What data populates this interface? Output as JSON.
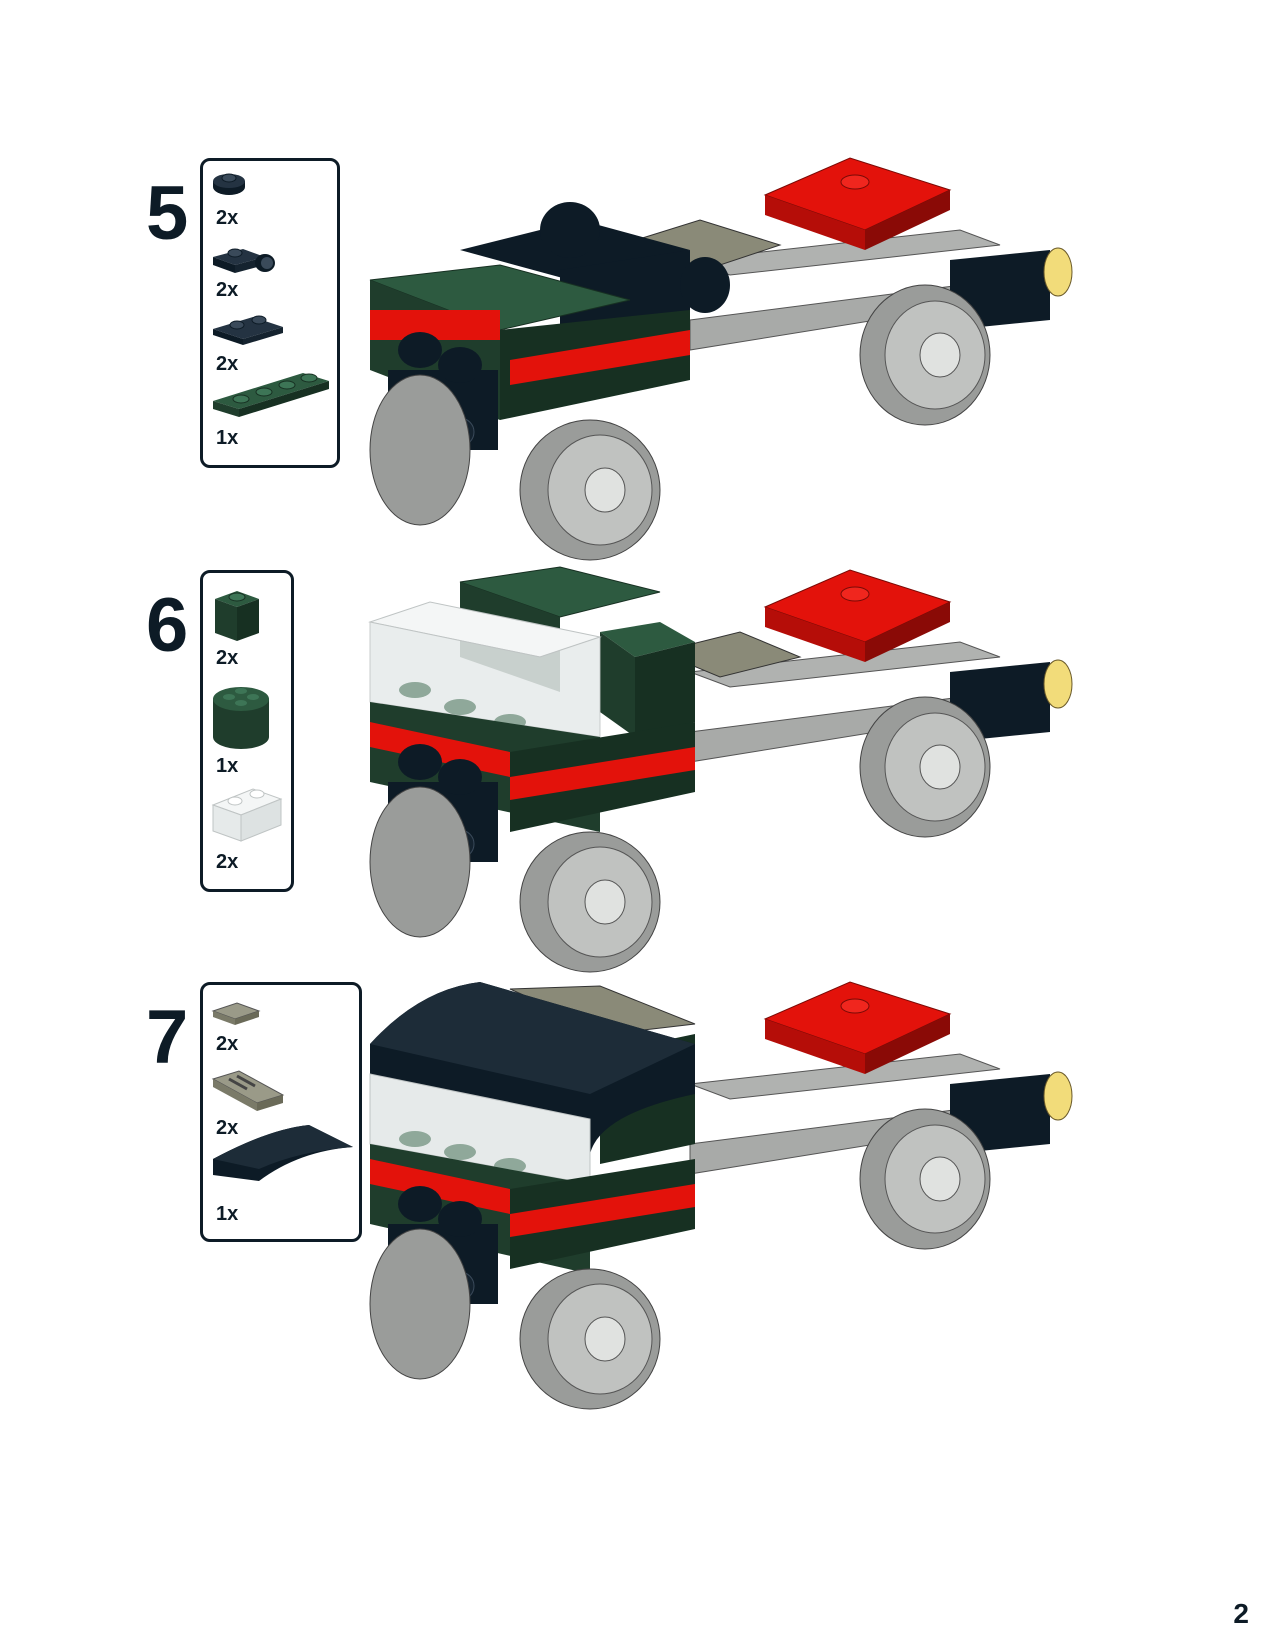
{
  "steps": [
    {
      "number": "5",
      "parts": [
        {
          "icon": "dark-blue-round-plate-icon",
          "qty": "2x"
        },
        {
          "icon": "dark-blue-plate-with-clip-icon",
          "qty": "2x"
        },
        {
          "icon": "dark-blue-plate-1x2-icon",
          "qty": "2x"
        },
        {
          "icon": "dark-green-plate-1x4-icon",
          "qty": "1x"
        }
      ]
    },
    {
      "number": "6",
      "parts": [
        {
          "icon": "dark-green-brick-1x1-icon",
          "qty": "2x"
        },
        {
          "icon": "dark-green-round-brick-2x2-icon",
          "qty": "1x"
        },
        {
          "icon": "trans-clear-brick-1x2-icon",
          "qty": "2x"
        }
      ]
    },
    {
      "number": "7",
      "parts": [
        {
          "icon": "dark-tan-tile-1x1-icon",
          "qty": "2x"
        },
        {
          "icon": "dark-tan-grille-slope-icon",
          "qty": "2x"
        },
        {
          "icon": "dark-blue-curved-slope-icon",
          "qty": "1x"
        }
      ]
    }
  ],
  "page_number": "2",
  "colors": {
    "dark_blue": "#0d1b26",
    "dark_green": "#1f3d2c",
    "red": "#e3120b",
    "light_gray": "#a8aaa8",
    "dark_tan": "#8a8a78",
    "trans_clear": "#eef0f0",
    "tan": "#f2dc7a"
  }
}
